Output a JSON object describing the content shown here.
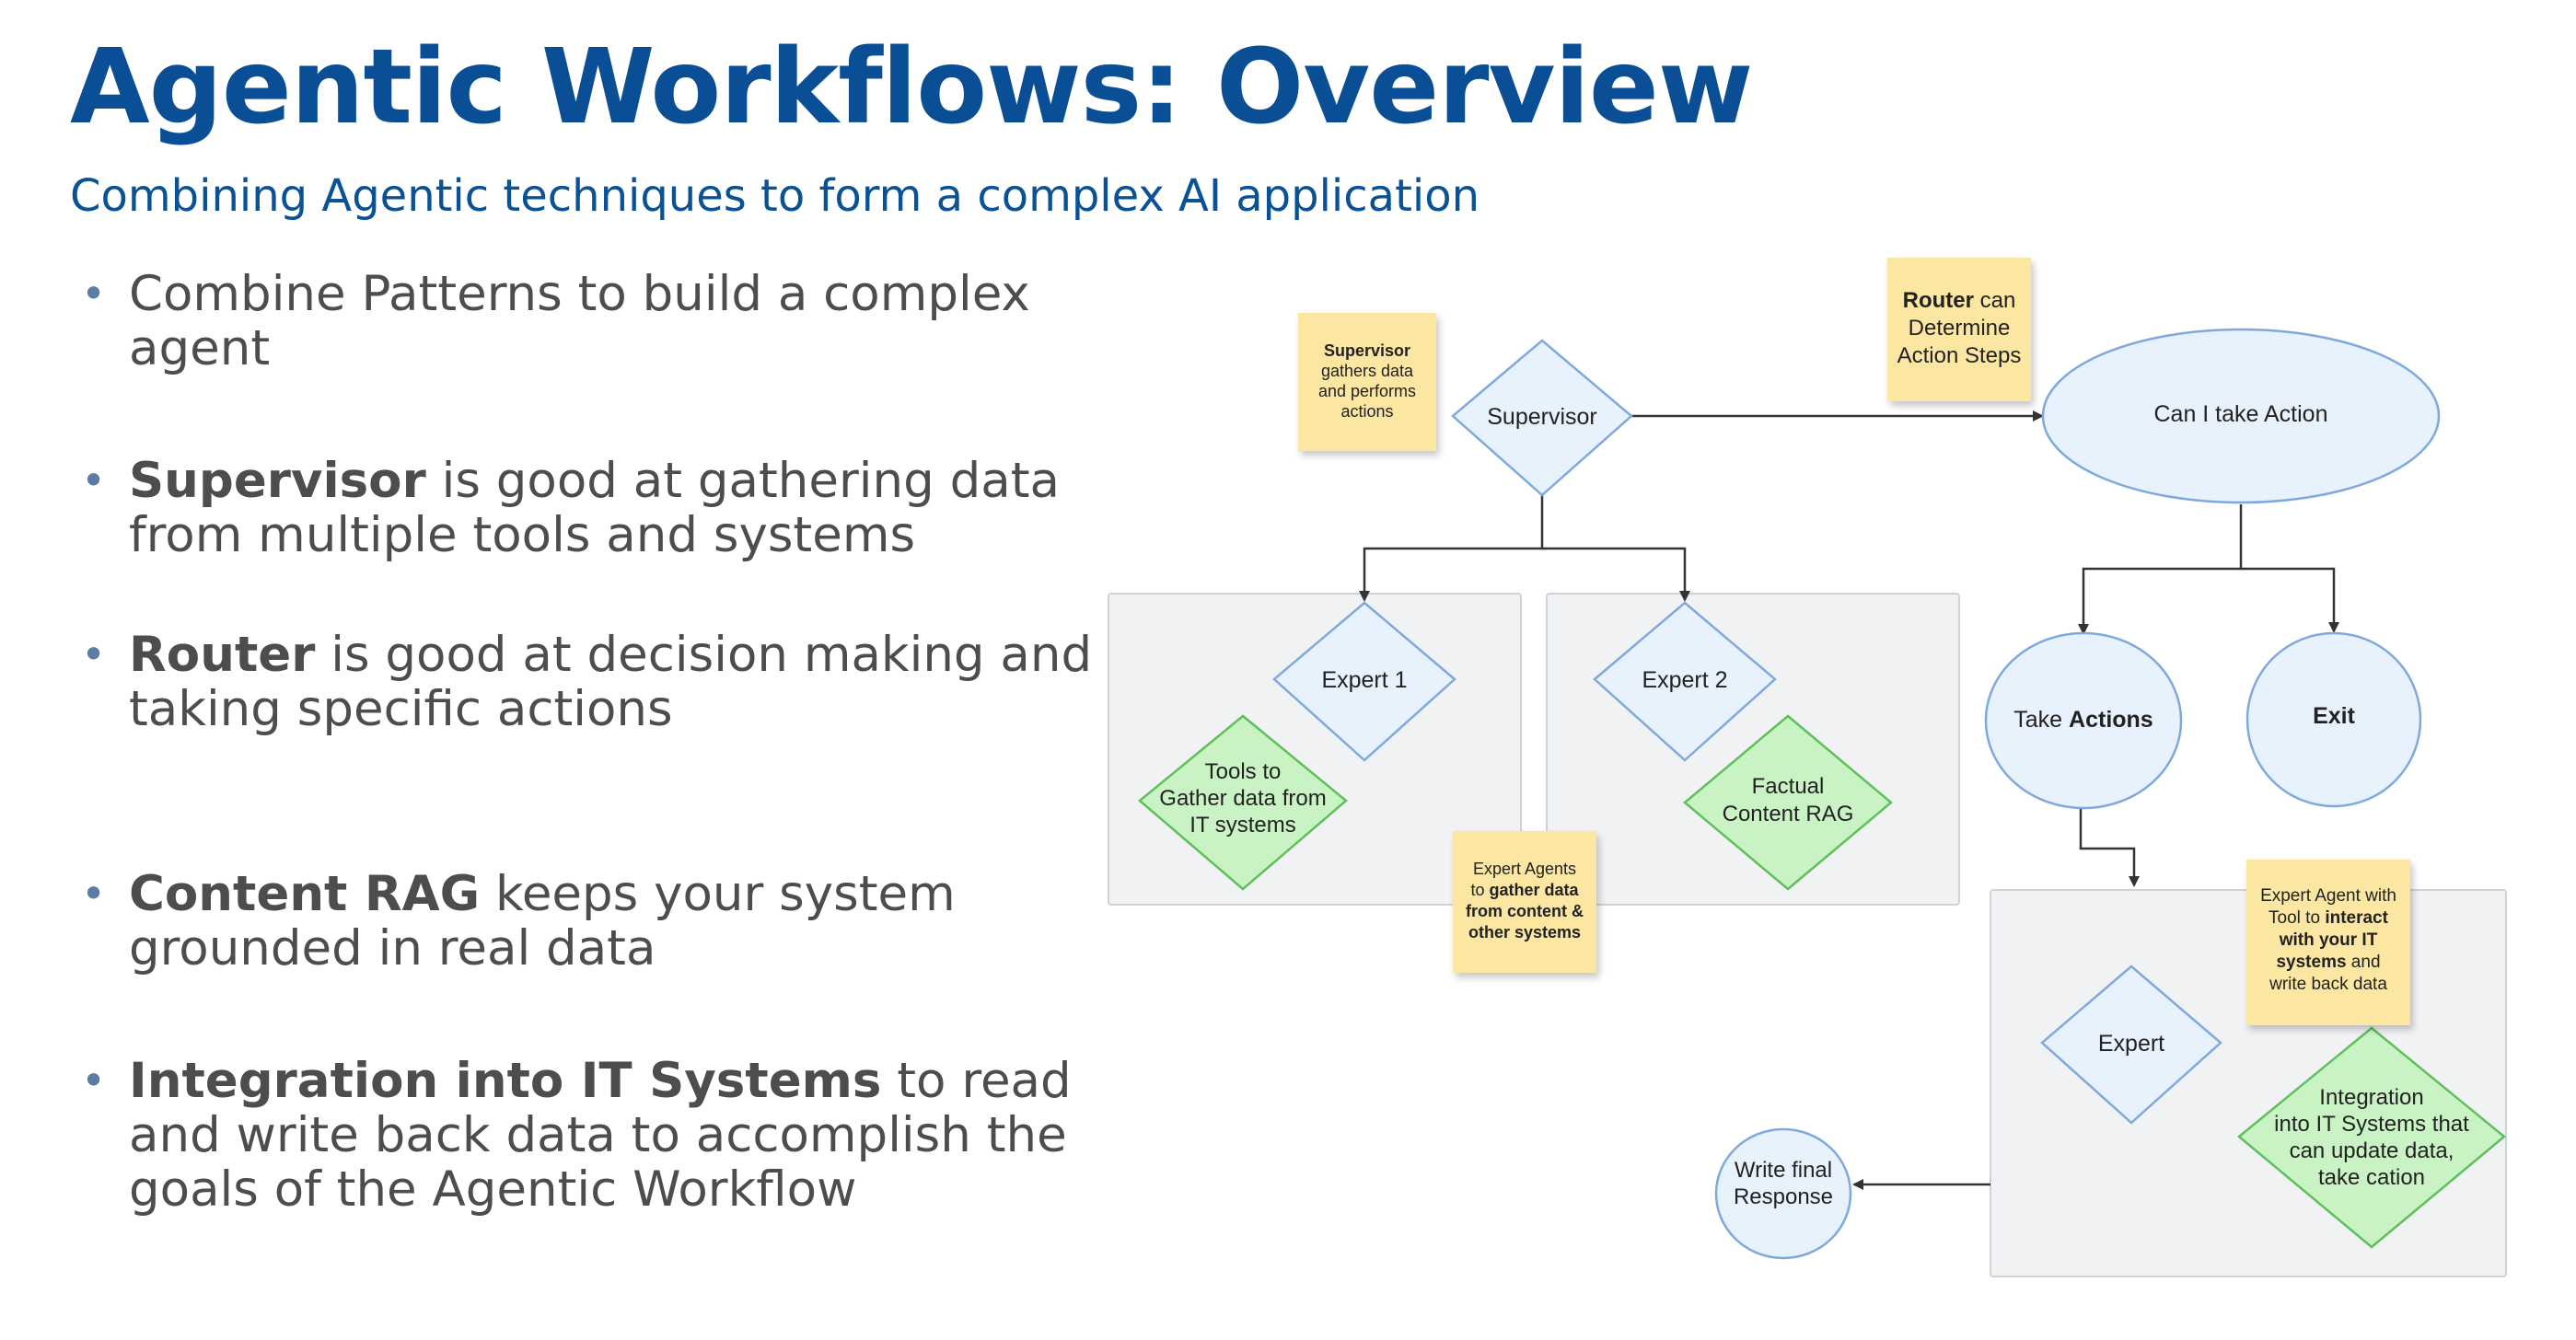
{
  "slide": {
    "title": "Agentic Workflows: Overview",
    "subtitle": "Combining Agentic techniques to form a complex AI application"
  },
  "bullets": [
    {
      "bold": "",
      "text": "Combine Patterns to build a complex agent"
    },
    {
      "bold": "Supervisor",
      "text": " is good at gathering data from multiple tools and systems"
    },
    {
      "bold": "Router",
      "text": " is good at decision making and taking specific actions"
    },
    {
      "bold": "Content RAG",
      "text": " keeps your system grounded in real data"
    },
    {
      "bold": "Integration into IT Systems",
      "text": " to read and write back data to accomplish the goals of the Agentic Workflow"
    }
  ],
  "diagram": {
    "nodes": {
      "supervisor": "Supervisor",
      "expert1": "Expert 1",
      "expert2": "Expert 2",
      "tools_line1": "Tools to",
      "tools_line2": "Gather data from",
      "tools_line3": "IT systems",
      "rag_line1": "Factual",
      "rag_line2": "Content RAG",
      "can_i_take_action": "Can I take Action",
      "take_actions_pre": "Take ",
      "take_actions_bold": "Actions",
      "exit": "Exit",
      "expert": "Expert",
      "integration_line1": "Integration",
      "integration_line2": "into IT Systems that",
      "integration_line3": "can update data,",
      "integration_line4": "take cation",
      "write_final_line1": "Write final",
      "write_final_line2": "Response"
    },
    "notes": {
      "supervisor_note": {
        "l1": "Supervisor",
        "l2": "gathers data",
        "l3": "and performs",
        "l4": "actions"
      },
      "router_note": {
        "l1_bold": "Router",
        "l1_rest": " can",
        "l2": "Determine",
        "l3": "Action Steps"
      },
      "expert_agents_note": {
        "l1": "Expert Agents",
        "l2_pre": "to ",
        "l2_bold": "gather data",
        "l3": "from content &",
        "l4": "other systems"
      },
      "expert_tool_note": {
        "l1": "Expert Agent with",
        "l2_pre": "Tool to ",
        "l2_bold": "interact",
        "l3": "with your IT",
        "l4_bold": "systems",
        "l4_rest": " and",
        "l5": "write back data"
      }
    },
    "colors": {
      "diamond_fill": "#e8f2fc",
      "diamond_stroke": "#7fa9dd",
      "green_fill": "#c9f3c4",
      "green_stroke": "#5fbf5b",
      "note_fill": "#fbe6a2",
      "group_fill": "#f1f2f4",
      "group_stroke": "#cfd2d6",
      "arrow": "#333333"
    }
  }
}
